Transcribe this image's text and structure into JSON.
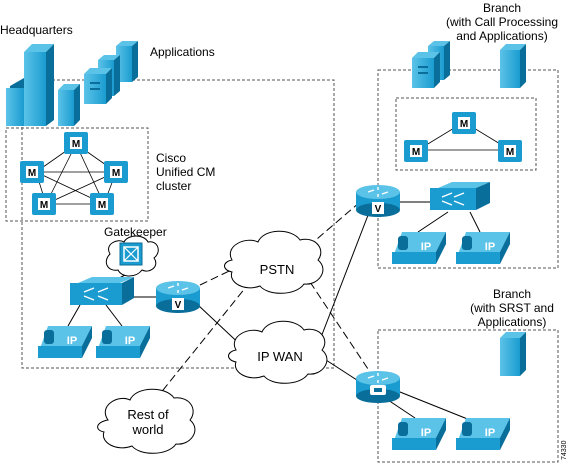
{
  "labels": {
    "headquarters": "Headquarters",
    "applications": "Applications",
    "cluster_line1": "Cisco",
    "cluster_line2": "Unified CM",
    "cluster_line3": "cluster",
    "gatekeeper": "Gatekeeper",
    "pstn": "PSTN",
    "ip_wan": "IP WAN",
    "rest_line1": "Rest of",
    "rest_line2": "world",
    "branch1_line1": "Branch",
    "branch1_line2": "(with Call Processing",
    "branch1_line3": "and Applications)",
    "branch2_line1": "Branch",
    "branch2_line2": "(with SRST and",
    "branch2_line3": "Applications)",
    "figure_id": "74330"
  },
  "badges": {
    "call_manager": "M",
    "voice_router": "V",
    "ip_phone": "IP"
  },
  "colors": {
    "device_blue": "#1a9cd0",
    "device_light": "#5cc3e8",
    "device_dark": "#0a6e9a",
    "line": "#000000",
    "boundary_dashed": "#555555"
  }
}
